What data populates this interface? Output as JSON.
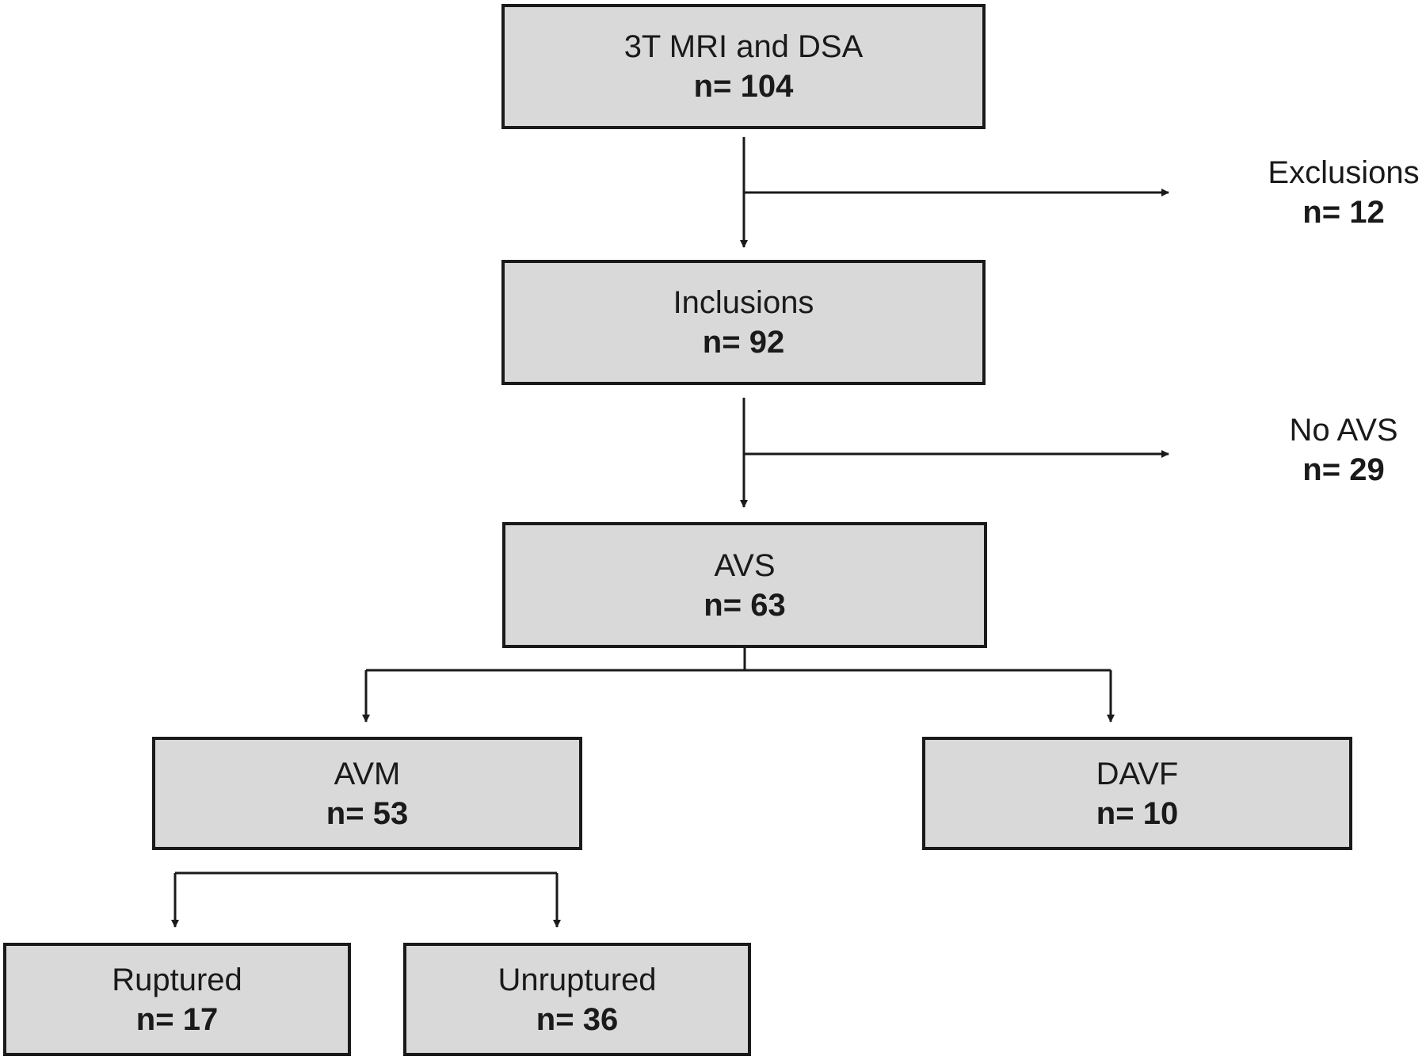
{
  "nodes": {
    "mri_dsa": {
      "label": "3T MRI  and DSA",
      "count": "n= 104"
    },
    "exclusions": {
      "label": "Exclusions",
      "count": "n= 12"
    },
    "inclusions": {
      "label": "Inclusions",
      "count": "n= 92"
    },
    "no_avs": {
      "label": "No AVS",
      "count": "n= 29"
    },
    "avs": {
      "label": "AVS",
      "count": "n= 63"
    },
    "avm": {
      "label": "AVM",
      "count": "n= 53"
    },
    "davf": {
      "label": "DAVF",
      "count": "n= 10"
    },
    "ruptured": {
      "label": "Ruptured",
      "count": "n= 17"
    },
    "unruptured": {
      "label": "Unruptured",
      "count": "n= 36"
    }
  },
  "colors": {
    "box_fill": "#d9d9d9",
    "stroke": "#1a1a1a",
    "background": "#ffffff"
  }
}
